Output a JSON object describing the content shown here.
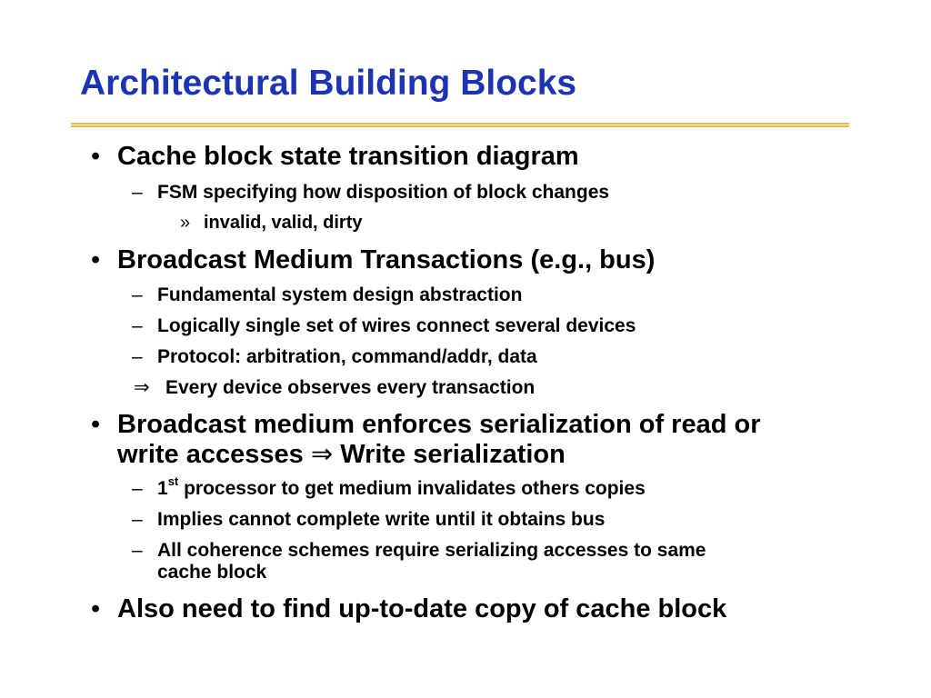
{
  "slide": {
    "title": "Architectural Building Blocks",
    "accent_color": "#1c34b4",
    "rule_color": "#e8b84e"
  },
  "bullets": [
    {
      "text": "Cache block state transition diagram",
      "children": [
        {
          "text": "FSM specifying how disposition of block changes",
          "children": [
            {
              "text": "invalid, valid, dirty"
            }
          ]
        }
      ]
    },
    {
      "text": "Broadcast Medium Transactions (e.g., bus)",
      "children": [
        {
          "text": "Fundamental system design abstraction"
        },
        {
          "text": "Logically single set of wires connect several devices"
        },
        {
          "text": "Protocol: arbitration, command/addr, data"
        },
        {
          "text": "Every device observes every transaction",
          "marker": "⇒"
        }
      ]
    },
    {
      "text_line1": "Broadcast medium enforces serialization of read or",
      "text_line2_before": "write accesses",
      "text_line2_arrow": "⇒",
      "text_line2_after": "Write serialization",
      "children": [
        {
          "ordinal": "1",
          "ordinal_suffix": "st",
          "text": "processor to get medium invalidates others copies"
        },
        {
          "text": "Implies cannot complete write until it obtains bus"
        },
        {
          "text_line1": "All coherence schemes require serializing accesses to same",
          "text_line2": "cache block"
        }
      ]
    },
    {
      "text": "Also need to find up-to-date copy of cache block"
    }
  ],
  "markers": {
    "level1": "•",
    "level2": "–",
    "level3": "»"
  }
}
